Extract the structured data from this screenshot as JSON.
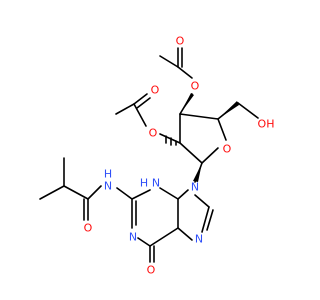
{
  "molecule": {
    "colors": {
      "carbon": "#000000",
      "oxygen": "#ff0d0d",
      "nitrogen": "#3050f8",
      "background": "#ffffff"
    },
    "labels": {
      "o_carbonyl_top_acetate": "O",
      "o_ester_upper_acetate": "O",
      "o_carbonyl_left_acetate": "O",
      "o_ester_left_acetate": "O",
      "oh_hydroxyl": "OH",
      "o_ring_furanose": "O",
      "n_amide": "N",
      "h_amide": "H",
      "o_amide_carbonyl": "O",
      "nh_purine": "N",
      "h_purine": "H",
      "n9_purine": "N",
      "n_imidazole": "N",
      "n1_purine": "N",
      "o_purine_carbonyl": "O"
    }
  }
}
